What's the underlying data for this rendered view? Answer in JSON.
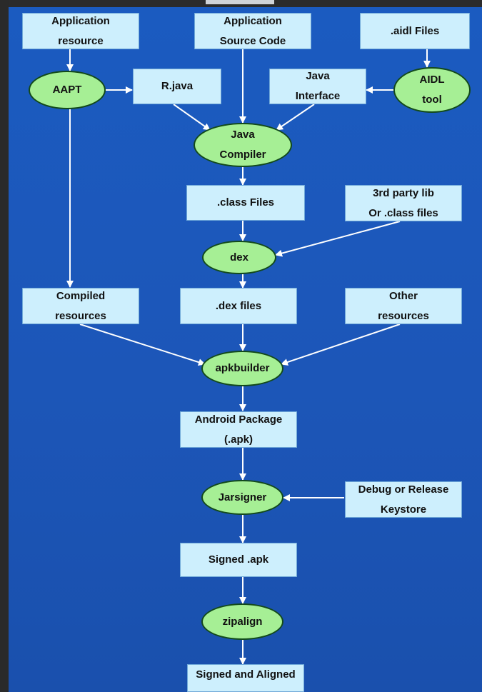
{
  "nodes": {
    "app_resource": "Application\nresource",
    "app_source": "Application\nSource Code",
    "aidl_files": ".aidl Files",
    "aapt": "AAPT",
    "rjava": "R.java",
    "java_interface": "Java\nInterface",
    "aidl_tool": "AIDL\ntool",
    "java_compiler": "Java\nCompiler",
    "class_files": ".class Files",
    "third_party": "3rd party lib\nOr .class files",
    "dex": "dex",
    "compiled_resources": "Compiled\nresources",
    "dex_files": ".dex files",
    "other_resources": "Other\nresources",
    "apkbuilder": "apkbuilder",
    "android_package": "Android Package\n(.apk)",
    "jarsigner": "Jarsigner",
    "keystore": "Debug or Release\nKeystore",
    "signed_apk": "Signed .apk",
    "zipalign": "zipalign",
    "signed_aligned": "Signed and Aligned"
  },
  "colors": {
    "background": "#1b5bc0",
    "box_fill": "#cdeffd",
    "ellipse_fill": "#a6ef95",
    "ellipse_border": "#134a1a",
    "arrow": "#ffffff"
  }
}
